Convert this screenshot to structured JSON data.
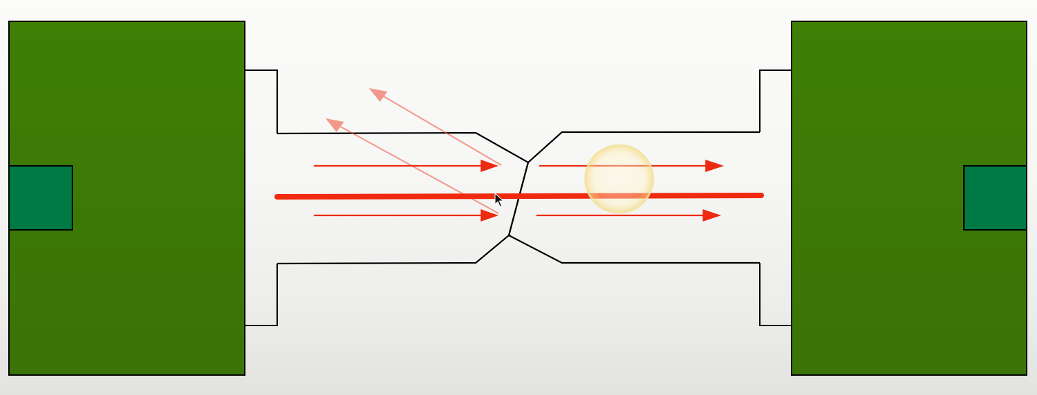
{
  "diagram": {
    "colors": {
      "block_green": "#3f7f06",
      "port_teal": "#007a45",
      "outline": "#000000",
      "arrow_red": "#ee2a10",
      "reflected_arrow": "#f3a59a",
      "highlight_ring": "#f2e6a8"
    },
    "elements": {
      "left_block": "green-block",
      "right_block": "green-block",
      "left_port": "teal-port",
      "right_port": "teal-port",
      "left_fiber": "fiber-ferrule",
      "right_fiber": "fiber-ferrule",
      "junction": "angled-joint",
      "beam": "main-signal-beam",
      "cursor": "mouse-pointer-icon",
      "highlight": "highlight-circle"
    }
  }
}
